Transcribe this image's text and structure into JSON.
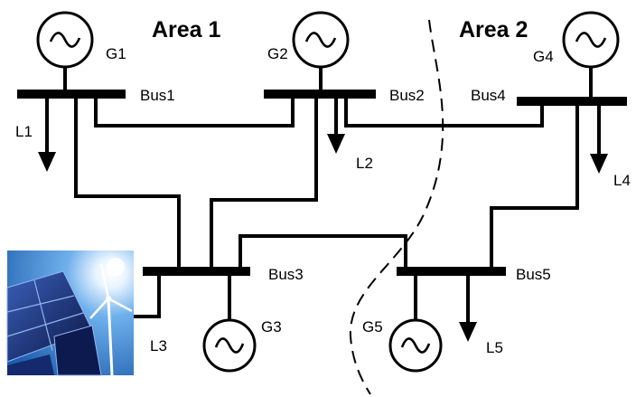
{
  "areas": {
    "area1": "Area 1",
    "area2": "Area 2"
  },
  "generators": {
    "g1": "G1",
    "g2": "G2",
    "g3": "G3",
    "g4": "G4",
    "g5": "G5"
  },
  "buses": {
    "bus1": "Bus1",
    "bus2": "Bus2",
    "bus3": "Bus3",
    "bus4": "Bus4",
    "bus5": "Bus5"
  },
  "loads": {
    "l1": "L1",
    "l2": "L2",
    "l3": "L3",
    "l4": "L4",
    "l5": "L5"
  },
  "colors": {
    "line": "#000000",
    "sky": "#2f78c8",
    "panel": "#10205a",
    "background": "#ffffff"
  },
  "icons": [
    "generator-sine-icon",
    "load-arrow-icon",
    "solar-panel-icon",
    "wind-turbine-icon"
  ]
}
